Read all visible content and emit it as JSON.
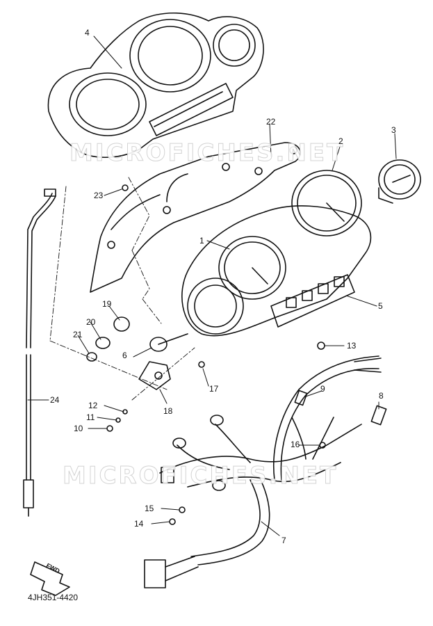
{
  "diagram": {
    "callouts": [
      {
        "n": "1"
      },
      {
        "n": "2"
      },
      {
        "n": "3"
      },
      {
        "n": "4"
      },
      {
        "n": "5"
      },
      {
        "n": "6"
      },
      {
        "n": "7"
      },
      {
        "n": "8"
      },
      {
        "n": "9"
      },
      {
        "n": "10"
      },
      {
        "n": "11"
      },
      {
        "n": "12"
      },
      {
        "n": "13"
      },
      {
        "n": "14"
      },
      {
        "n": "15"
      },
      {
        "n": "16"
      },
      {
        "n": "17"
      },
      {
        "n": "18"
      },
      {
        "n": "19"
      },
      {
        "n": "20"
      },
      {
        "n": "21"
      },
      {
        "n": "22"
      },
      {
        "n": "23"
      },
      {
        "n": "24"
      }
    ],
    "watermark_text": "MICROFICHES.NET",
    "drawing_code": "4JH351-4420",
    "direction_label": "FWD"
  },
  "colors": {
    "line": "#111111",
    "background": "#ffffff",
    "watermark_outline": "#cfcfcf"
  }
}
